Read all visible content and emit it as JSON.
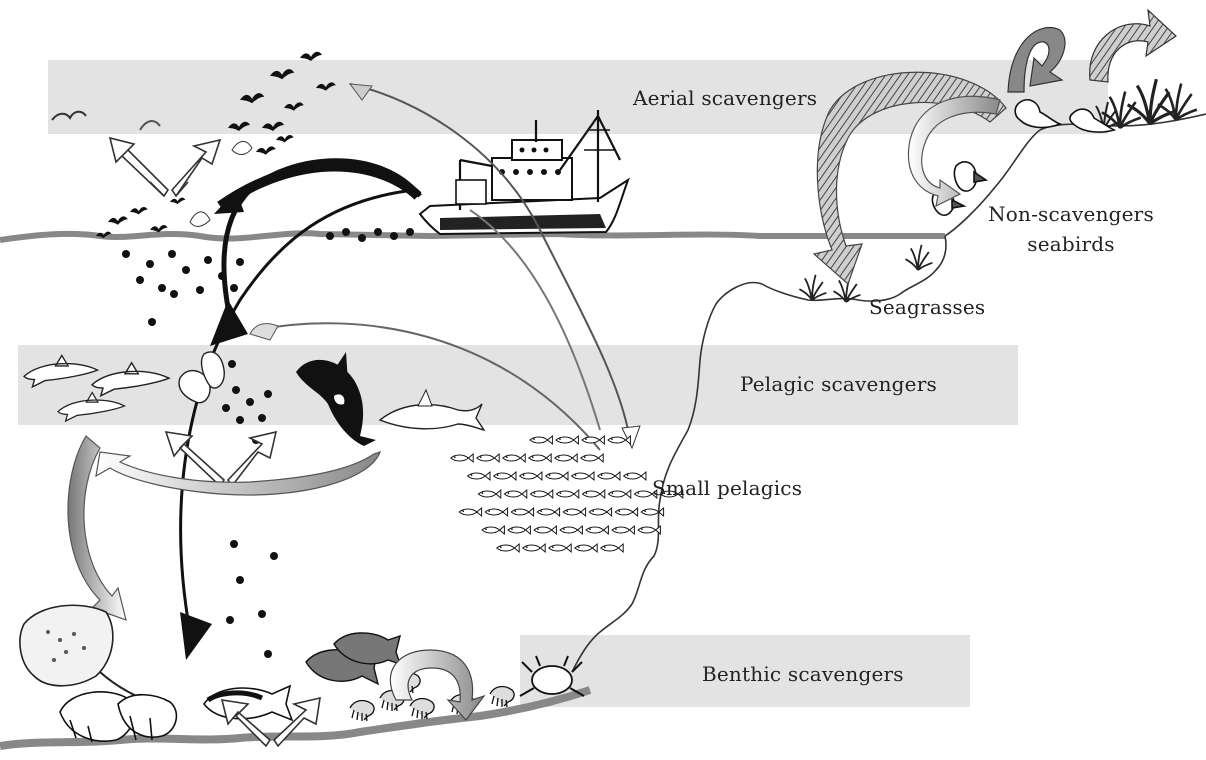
{
  "diagram": {
    "zones": {
      "aerial": "Aerial scavengers",
      "pelagic": "Pelagic scavengers",
      "benthic": "Benthic scavengers"
    },
    "labels": {
      "non_scavengers_line1": "Non-scavengers",
      "non_scavengers_line2": "seabirds",
      "seagrasses": "Seagrasses",
      "small_pelagics": "Small pelagics"
    }
  },
  "colors": {
    "band": "#e3e3e3",
    "water_line": "#888888",
    "ink": "#111111",
    "arrow_grey": "#9a9a9a",
    "arrow_light": "#d8d8d8"
  },
  "icons": [
    "seabird-icon",
    "fishing-trawler-icon",
    "discard-particle-icon",
    "dolphin-icon",
    "seal-icon",
    "orca-icon",
    "shark-icon",
    "fish-school-icon",
    "ray-icon",
    "crab-icon",
    "lobster-icon",
    "bottom-fish-icon",
    "seagrass-icon",
    "coastal-plant-icon"
  ]
}
